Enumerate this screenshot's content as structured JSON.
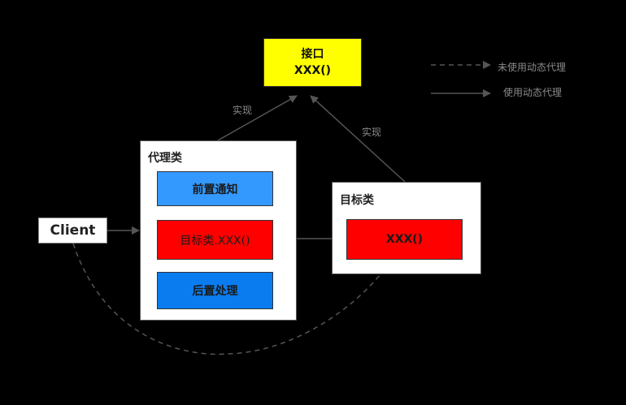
{
  "interface": {
    "title": "接口",
    "method": "XXX()"
  },
  "labels": {
    "implements_left": "实现",
    "implements_right": "实现"
  },
  "proxy": {
    "title": "代理类",
    "pre": "前置通知",
    "call": "目标类.XXX()",
    "post": "后置处理"
  },
  "target": {
    "title": "目标类",
    "method": "XXX()"
  },
  "client": {
    "label": "Client"
  },
  "legend": {
    "dashed": "未使用动态代理",
    "solid": "使用动态代理"
  },
  "colors": {
    "background": "#000000",
    "interface": "#ffff00",
    "pre": "#3399ff",
    "call": "#ff0000",
    "post": "#0a7cf0",
    "target_method": "#ff0000",
    "arrow": "#555555"
  }
}
